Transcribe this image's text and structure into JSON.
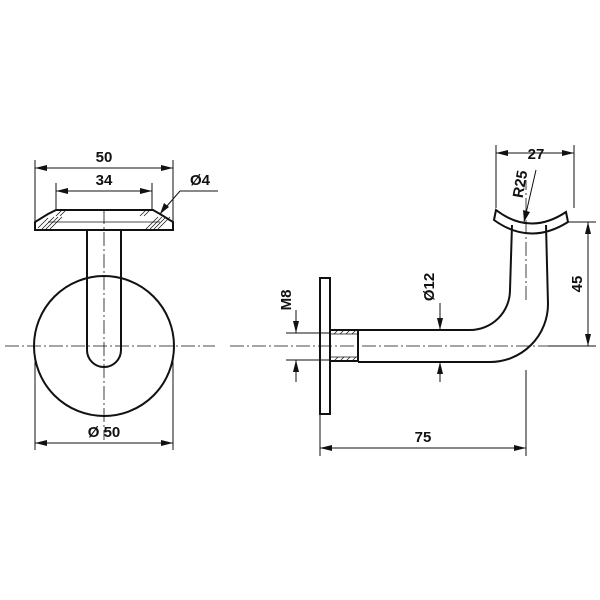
{
  "drawing": {
    "front_view": {
      "dim_width": "50",
      "dim_inner": "34",
      "dim_hole": "Ø4",
      "dim_diameter": "Ø 50"
    },
    "side_view": {
      "dim_thread": "M8",
      "dim_tube": "Ø12",
      "dim_radius": "R25",
      "dim_saddle": "27",
      "dim_height": "45",
      "dim_length": "75"
    },
    "colors": {
      "ink": "#111111",
      "background": "#ffffff"
    }
  }
}
